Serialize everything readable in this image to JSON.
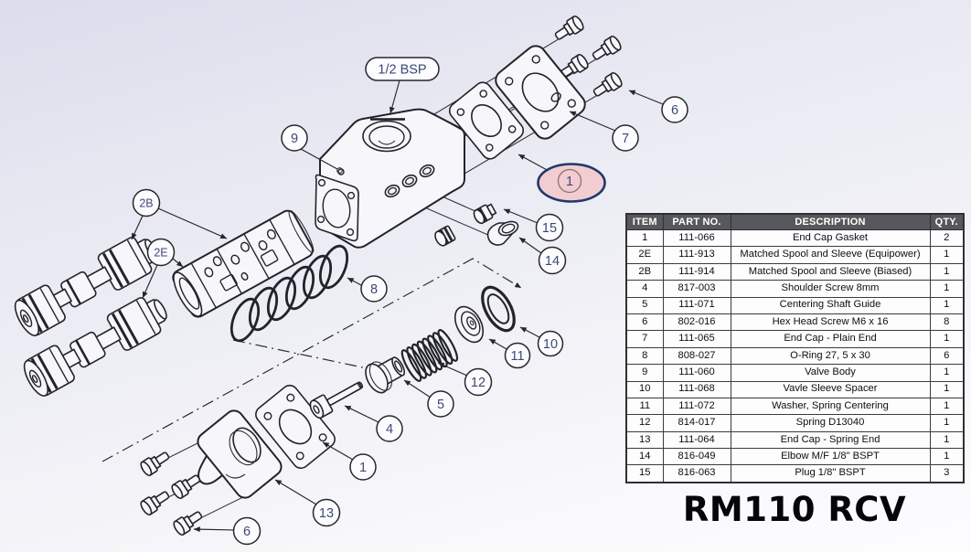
{
  "title": "RM110 RCV",
  "diagram": {
    "port_label": "1/2 BSP",
    "highlight": {
      "label": "1",
      "fill": "#f2ccd1",
      "border": "#20386b"
    },
    "callouts": {
      "bsp": "1/2 BSP",
      "c9": "9",
      "c6_top": "6",
      "c7": "7",
      "c1_highlight": "1",
      "c15": "15",
      "c14": "14",
      "c2b": "2B",
      "c2e": "2E",
      "c8": "8",
      "c10": "10",
      "c11": "11",
      "c12": "12",
      "c5": "5",
      "c4": "4",
      "c1_bottom": "1",
      "c13": "13",
      "c6_bottom": "6"
    }
  },
  "table": {
    "headers": [
      "ITEM",
      "PART NO.",
      "DESCRIPTION",
      "QTY."
    ],
    "header_bg": "#57585b",
    "rows": [
      [
        "1",
        "111-066",
        "End Cap Gasket",
        "2"
      ],
      [
        "2E",
        "111-913",
        "Matched Spool and Sleeve (Equipower)",
        "1"
      ],
      [
        "2B",
        "111-914",
        "Matched Spool and Sleeve (Biased)",
        "1"
      ],
      [
        "4",
        "817-003",
        "Shoulder Screw 8mm",
        "1"
      ],
      [
        "5",
        "111-071",
        "Centering Shaft Guide",
        "1"
      ],
      [
        "6",
        "802-016",
        "Hex Head Screw M6 x 16",
        "8"
      ],
      [
        "7",
        "111-065",
        "End Cap - Plain End",
        "1"
      ],
      [
        "8",
        "808-027",
        "O-Ring 27, 5 x 30",
        "6"
      ],
      [
        "9",
        "111-060",
        "Valve Body",
        "1"
      ],
      [
        "10",
        "111-068",
        "Vavle Sleeve Spacer",
        "1"
      ],
      [
        "11",
        "111-072",
        "Washer, Spring Centering",
        "1"
      ],
      [
        "12",
        "814-017",
        "Spring D13040",
        "1"
      ],
      [
        "13",
        "111-064",
        "End Cap - Spring End",
        "1"
      ],
      [
        "14",
        "816-049",
        "Elbow M/F 1/8\" BSPT",
        "1"
      ],
      [
        "15",
        "816-063",
        "Plug 1/8\" BSPT",
        "3"
      ]
    ]
  }
}
